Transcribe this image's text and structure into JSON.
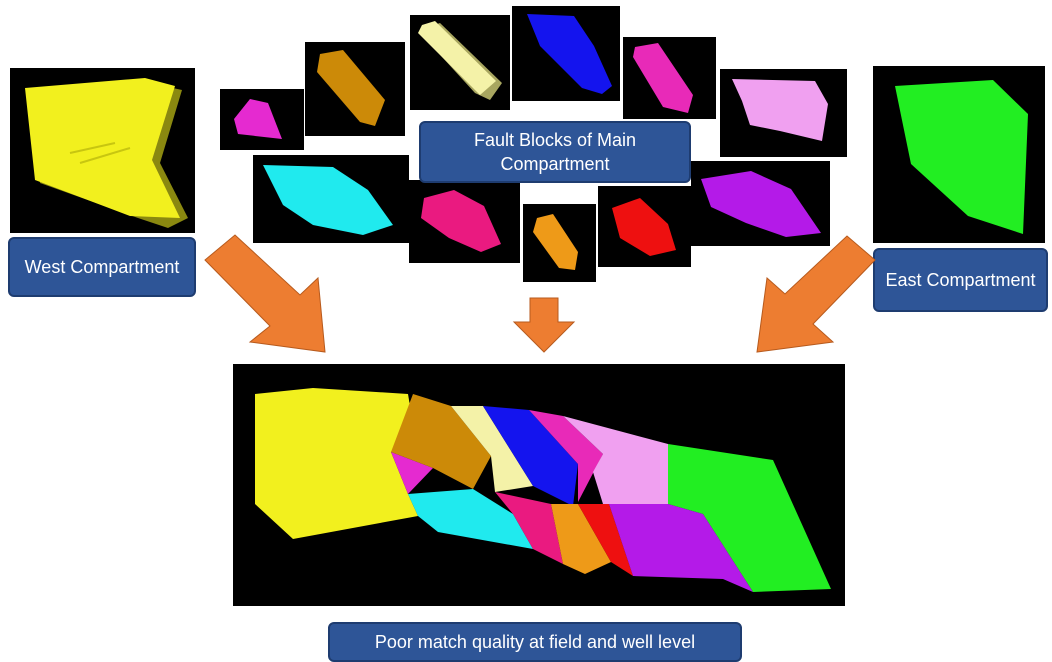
{
  "labels": {
    "west": "West Compartment",
    "east": "East Compartment",
    "fault_blocks": "Fault Blocks of Main Compartment",
    "caption": "Poor match quality at field and well level"
  },
  "colors": {
    "west": "#f2f01e",
    "east": "#22ee22",
    "magenta_small": "#e52ad0",
    "brown": "#cc8a08",
    "cream": "#f4f2a8",
    "blue": "#1414ee",
    "pink": "#e82ab8",
    "light_pink": "#f0a0f0",
    "cyan": "#20eaee",
    "rose": "#ea1a80",
    "orange": "#ee9a18",
    "red": "#ee1010",
    "purple": "#b41ae8",
    "label_fill": "#2e5597",
    "arrow_fill": "#ed7d31"
  }
}
